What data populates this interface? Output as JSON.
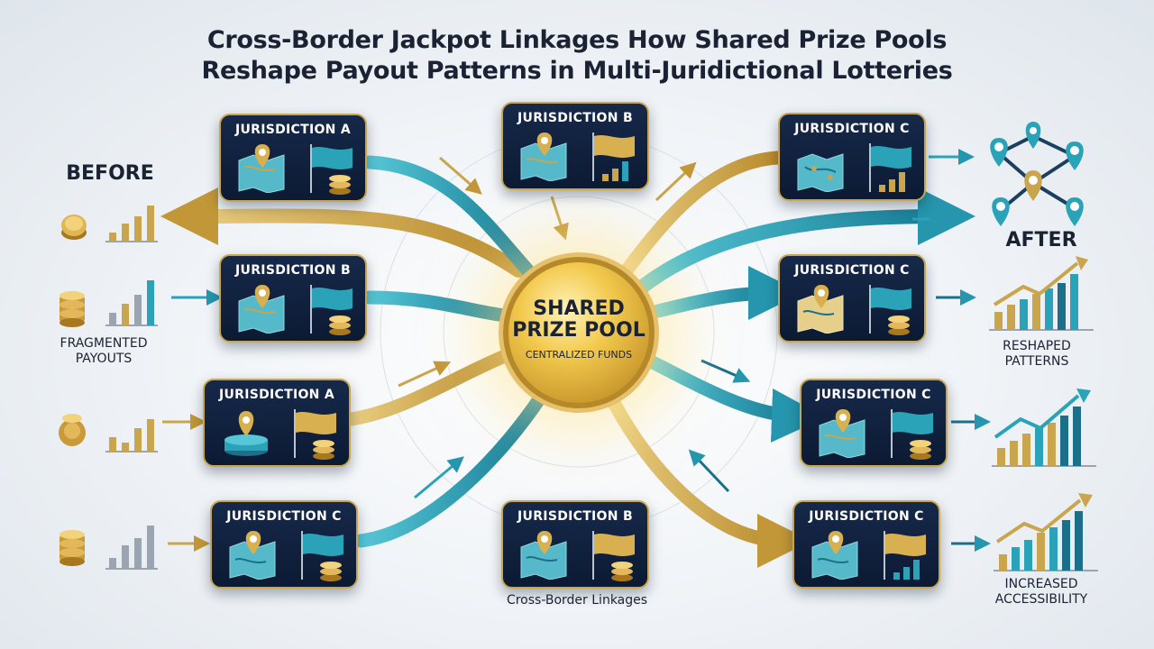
{
  "title": {
    "line1": "Cross-Border Jackpot Linkages How Shared Prize Pools",
    "line2": "Reshape Payout Patterns in Multi-Juridictional Lotteries"
  },
  "labels": {
    "before": "BEFORE",
    "after": "AFTER",
    "fragmented": [
      "FRAGMENTED",
      "PAYOUTS"
    ],
    "reshaped": [
      "RESHAPED",
      "PATTERNS"
    ],
    "accessibility": [
      "INCREASED",
      "ACCESSIBILITY"
    ],
    "caption": "Cross-Border Linkages"
  },
  "pool": {
    "title_line1": "SHARED",
    "title_line2": "PRIZE POOL",
    "subtitle": "CENTRALIZED FUNDS"
  },
  "cards": [
    {
      "label": "JURISDICTION A"
    },
    {
      "label": "JURISDICTION B"
    },
    {
      "label": "JURISDICTION A"
    },
    {
      "label": "JURISDICTION C"
    },
    {
      "label": "JURISDICTION B"
    },
    {
      "label": "JURISDICTION B"
    },
    {
      "label": "JURISDICTION C"
    },
    {
      "label": "JURISDICTION C"
    },
    {
      "label": "JURISDICTION C"
    },
    {
      "label": "JURISDICTION C"
    }
  ],
  "colors": {
    "gold": "#c9a54e",
    "teal": "#2aa3b8",
    "navy": "#0f2140",
    "dark_teal": "#1b6f8a"
  }
}
